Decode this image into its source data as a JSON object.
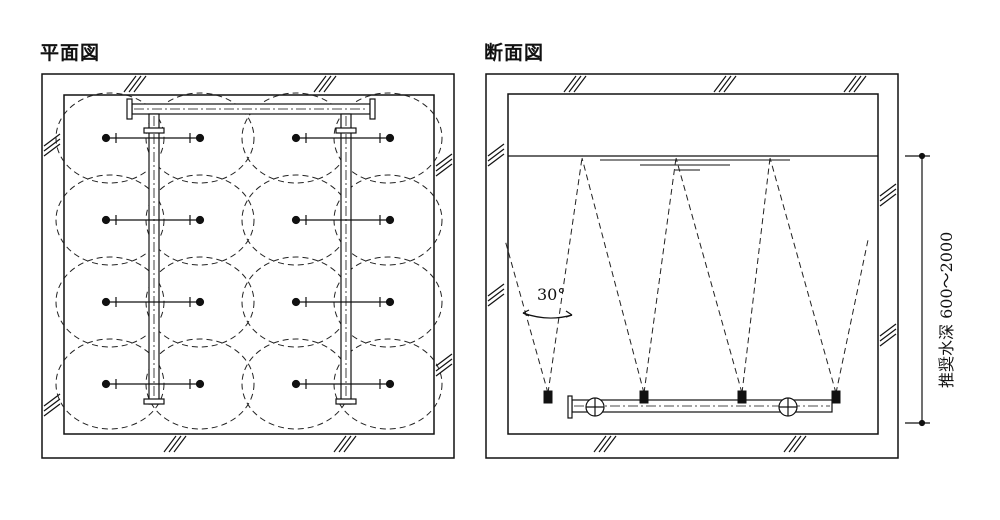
{
  "plan": {
    "title": "平面図"
  },
  "section": {
    "title": "断面図",
    "angle_label": "30°",
    "depth_label": "推奨水深 600～2000"
  }
}
